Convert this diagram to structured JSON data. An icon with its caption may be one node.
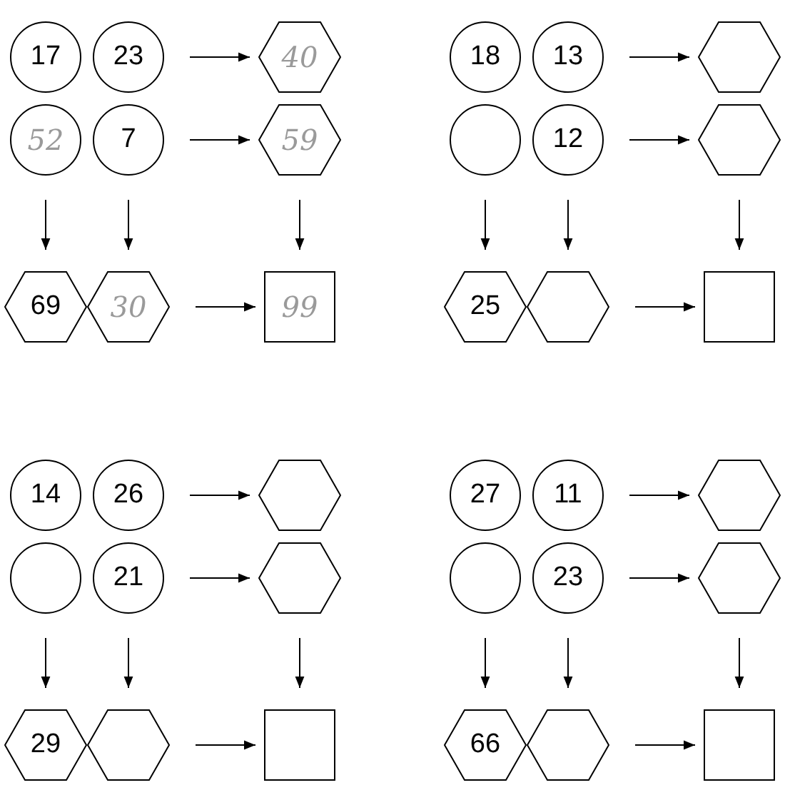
{
  "diagram": {
    "nodes": [
      {
        "text": [
          "17"
        ]
      },
      {
        "text": [
          "23"
        ]
      },
      {
        "text": [
          "40"
        ]
      },
      {
        "text": [
          "52"
        ]
      },
      {
        "text": [
          "7"
        ]
      },
      {
        "text": [
          "59"
        ]
      },
      {
        "text": [
          "69"
        ]
      },
      {
        "text": [
          "30"
        ]
      },
      {
        "text": [
          "99"
        ]
      },
      {
        "text": [
          "18"
        ]
      },
      {
        "text": [
          "13"
        ]
      },
      {
        "text": [],
        "shape": "hexagon"
      },
      {
        "text": [],
        "shape": "circle"
      },
      {
        "text": [
          "12"
        ]
      },
      {
        "text": [],
        "shape": "hexagon"
      },
      {
        "text": [
          "25"
        ]
      },
      {
        "text": [],
        "shape": "hexagon"
      },
      {
        "text": [],
        "shape": "box"
      },
      {
        "text": [
          "14"
        ]
      },
      {
        "text": [
          "26"
        ]
      },
      {
        "text": [],
        "shape": "hexagon"
      },
      {
        "text": [],
        "shape": "circle"
      },
      {
        "text": [
          "21"
        ]
      },
      {
        "text": [],
        "shape": "hexagon"
      },
      {
        "text": [
          "29"
        ]
      },
      {
        "text": [],
        "shape": "hexagon"
      },
      {
        "text": [],
        "shape": "box"
      },
      {
        "text": [
          "27"
        ]
      },
      {
        "text": [
          "11"
        ]
      },
      {
        "text": [],
        "shape": "hexagon"
      },
      {
        "text": [],
        "shape": "circle"
      },
      {
        "text": [
          "23"
        ]
      },
      {
        "text": [],
        "shape": "hexagon"
      },
      {
        "text": [
          "66"
        ]
      },
      {
        "text": [],
        "shape": "hexagon"
      },
      {
        "text": [],
        "shape": "box"
      }
    ],
    "edges": [
      {
        "from": 1,
        "to": 2,
        "arrow": "to"
      },
      {
        "from": 4,
        "to": 5,
        "arrow": "to"
      },
      {
        "from": 3,
        "to": 6,
        "arrow": "to"
      },
      {
        "from": 4,
        "to": 7,
        "arrow": "to"
      },
      {
        "from": 5,
        "to": 8,
        "arrow": "to"
      },
      {
        "from": 7,
        "to": 8,
        "arrow": "to"
      },
      {
        "from": 10,
        "to": 11,
        "arrow": "to"
      },
      {
        "from": 13,
        "to": 14,
        "arrow": "to"
      },
      {
        "from": 12,
        "to": 15,
        "arrow": "to"
      },
      {
        "from": 13,
        "to": 16,
        "arrow": "to"
      },
      {
        "from": 14,
        "to": 17,
        "arrow": "to"
      },
      {
        "from": 16,
        "to": 17,
        "arrow": "to"
      },
      {
        "from": 19,
        "to": 20,
        "arrow": "to"
      },
      {
        "from": 22,
        "to": 23,
        "arrow": "to"
      },
      {
        "from": 21,
        "to": 24,
        "arrow": "to"
      },
      {
        "from": 22,
        "to": 25,
        "arrow": "to"
      },
      {
        "from": 23,
        "to": 26,
        "arrow": "to"
      },
      {
        "from": 25,
        "to": 26,
        "arrow": "to"
      },
      {
        "from": 28,
        "to": 29,
        "arrow": "to"
      },
      {
        "from": 31,
        "to": 32,
        "arrow": "to"
      },
      {
        "from": 30,
        "to": 33,
        "arrow": "to"
      },
      {
        "from": 31,
        "to": 34,
        "arrow": "to"
      },
      {
        "from": 32,
        "to": 35,
        "arrow": "to"
      },
      {
        "from": 34,
        "to": 35,
        "arrow": "to"
      }
    ]
  }
}
